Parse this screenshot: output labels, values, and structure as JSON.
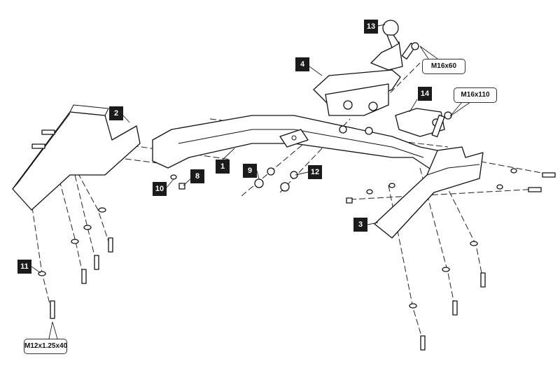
{
  "part_numbers": {
    "p1": "1",
    "p2": "2",
    "p3": "3",
    "p4": "4",
    "p8": "8",
    "p9": "9",
    "p10": "10",
    "p11": "11",
    "p12": "12",
    "p13": "13",
    "p14": "14"
  },
  "callouts": {
    "bolt_m16x60": "M16x60",
    "bolt_m16x110": "M16x110",
    "bolt_m12": "M12x1.25x40"
  },
  "colors": {
    "tag_background": "#1b1b1b",
    "tag_text": "#ffffff",
    "line_art": "#111111"
  }
}
